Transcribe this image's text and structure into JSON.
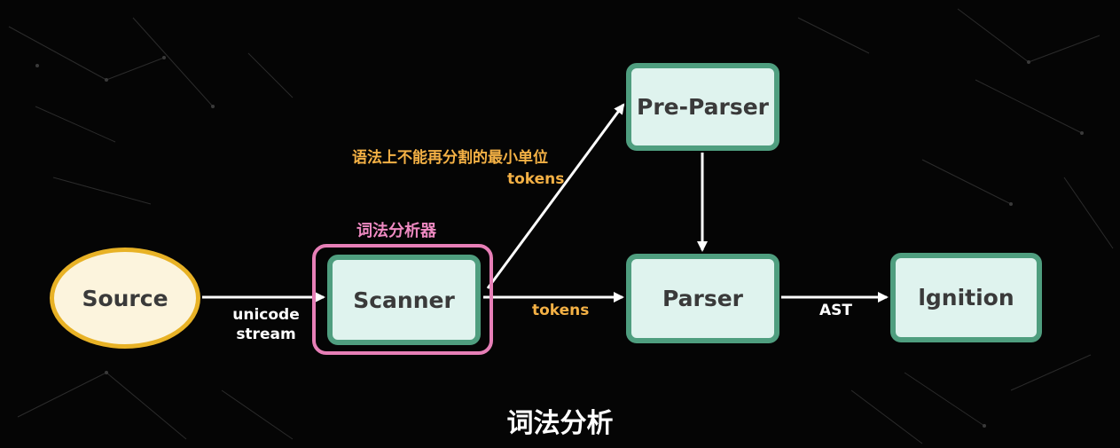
{
  "nodes": {
    "source": "Source",
    "scanner": "Scanner",
    "preparser": "Pre-Parser",
    "parser": "Parser",
    "ignition": "lgnition"
  },
  "labels": {
    "unicode_line1": "unicode",
    "unicode_line2": "stream",
    "tokens_mid": "tokens",
    "tokens_upper": "tokens",
    "smallest_unit": "语法上不能再分割的最小单位",
    "lexer": "词法分析器",
    "ast": "AST"
  },
  "caption": "词法分析",
  "colors": {
    "background": "#050505",
    "node_fill": "#dff3ee",
    "node_border": "#4f9e7f",
    "source_fill": "#fcf4dd",
    "source_border": "#e8b226",
    "highlight": "#e77fb7",
    "annotation_orange": "#f4b145",
    "annotation_pink": "#ef8ac2",
    "arrow": "#ffffff"
  }
}
